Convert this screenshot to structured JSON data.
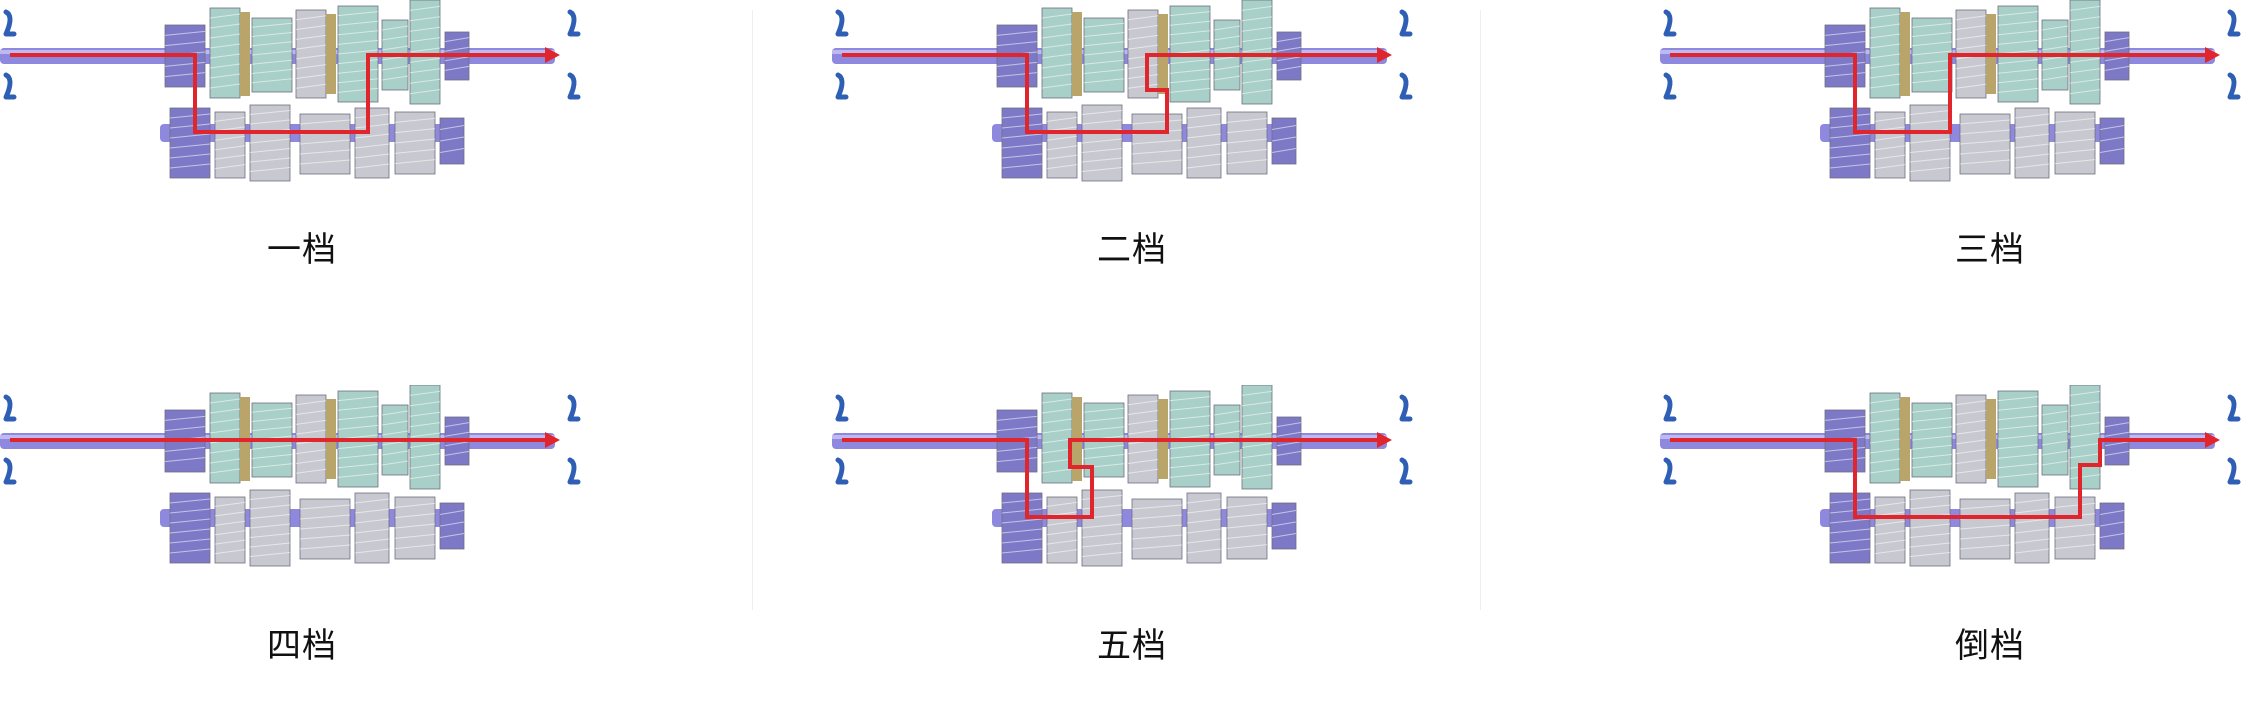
{
  "colors": {
    "shaft": "#8e88df",
    "shaft_light": "#c9c6f5",
    "gear_teal": "#a8cfc8",
    "gear_gray": "#c8c8d0",
    "gear_dark": "#7e79c7",
    "sync_ring": "#b9a56a",
    "bearing_blue": "#2f5fb5",
    "power_flow": "#e0262c"
  },
  "panels": [
    {
      "id": "gear-1",
      "label": "一档",
      "icon": "transmission-diagram"
    },
    {
      "id": "gear-2",
      "label": "二档",
      "icon": "transmission-diagram"
    },
    {
      "id": "gear-3",
      "label": "三档",
      "icon": "transmission-diagram"
    },
    {
      "id": "gear-4",
      "label": "四档",
      "icon": "transmission-diagram"
    },
    {
      "id": "gear-5",
      "label": "五档",
      "icon": "transmission-diagram"
    },
    {
      "id": "gear-r",
      "label": "倒档",
      "icon": "transmission-diagram"
    }
  ]
}
